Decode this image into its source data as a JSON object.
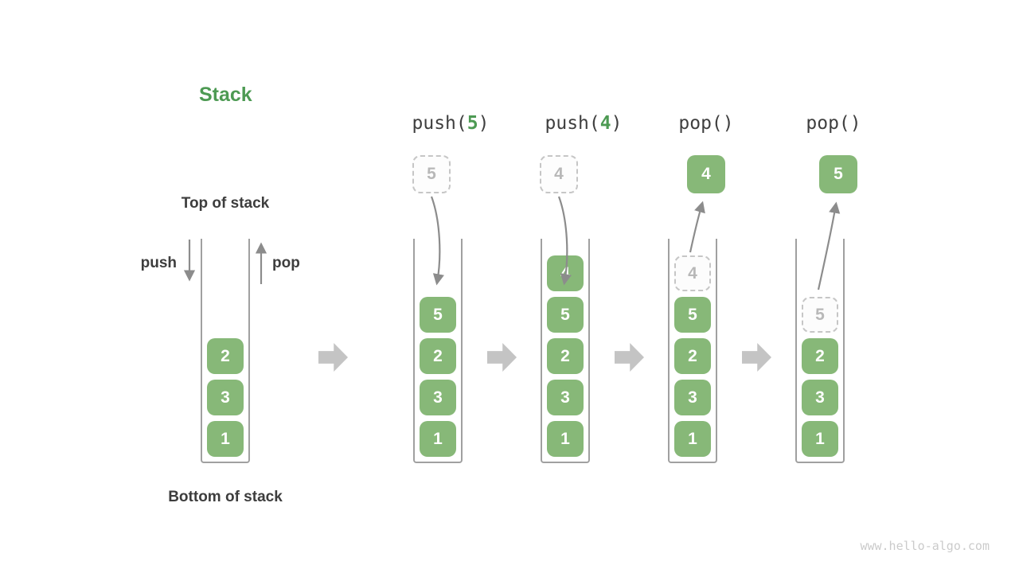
{
  "title": "Stack",
  "labels": {
    "top_of_stack": "Top of stack",
    "bottom_of_stack": "Bottom of stack",
    "push": "push",
    "pop": "pop"
  },
  "watermark": "www.hello-algo.com",
  "colors": {
    "item_green": "#87b878",
    "accent_green": "#4d9a53",
    "text_dark": "#3d3d3d",
    "thin_arrow_gray": "#8c8c8c",
    "block_arrow_gray": "#c4c4c4",
    "ghost_border_gray": "#c6c6c6",
    "ghost_text_gray": "#b8b8b8",
    "container_wall_gray": "#a0a0a0",
    "watermark_gray": "#cbcbcb"
  },
  "columns": [
    {
      "id": "initial",
      "items": [
        "2",
        "3",
        "1"
      ]
    },
    {
      "id": "push-5",
      "header": {
        "pre": "push(",
        "arg": "5",
        "post": ")"
      },
      "float_value": "5",
      "float_style": "ghost",
      "items": [
        "5",
        "2",
        "3",
        "1"
      ]
    },
    {
      "id": "push-4",
      "header": {
        "pre": "push(",
        "arg": "4",
        "post": ")"
      },
      "float_value": "4",
      "float_style": "ghost",
      "items": [
        "4",
        "5",
        "2",
        "3",
        "1"
      ]
    },
    {
      "id": "pop-4",
      "header": {
        "pre": "pop(",
        "arg": "",
        "post": ")"
      },
      "float_value": "4",
      "float_style": "solid",
      "items": [
        "5",
        "2",
        "3",
        "1"
      ],
      "ghost": "4"
    },
    {
      "id": "pop-5",
      "header": {
        "pre": "pop(",
        "arg": "",
        "post": ")"
      },
      "float_value": "5",
      "float_style": "solid",
      "items": [
        "2",
        "3",
        "1"
      ],
      "ghost": "5"
    }
  ]
}
